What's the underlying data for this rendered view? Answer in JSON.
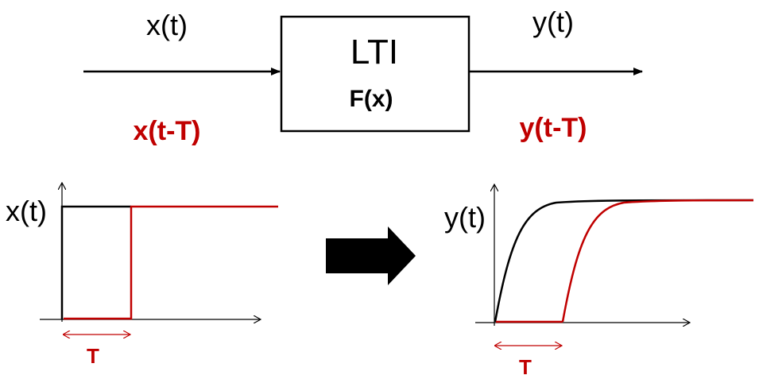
{
  "colors": {
    "black": "#000000",
    "red": "#c00000"
  },
  "top_diagram": {
    "input_label": "x(t)",
    "output_label": "y(t)",
    "box_title": "LTI",
    "box_function": "F(x)",
    "shifted_input_label": "x(t-T)",
    "shifted_output_label": "y(t-T)"
  },
  "left_plot": {
    "y_axis_label": "x(t)",
    "delay_label": "T"
  },
  "right_plot": {
    "y_axis_label": "y(t)",
    "delay_label": "T"
  },
  "arrow_icon": "right-arrow-icon"
}
